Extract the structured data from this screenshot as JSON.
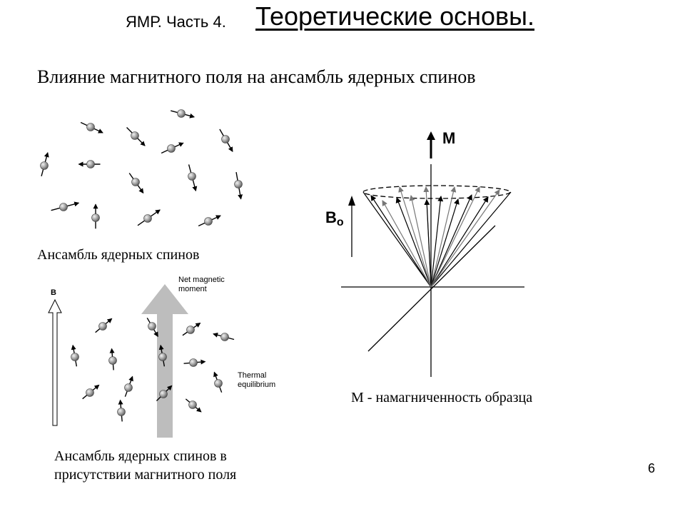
{
  "header": {
    "prefix": "ЯМР. Часть 4.",
    "title": "Теоретические основы."
  },
  "subtitle": "Влияние магнитного поля на ансамбль ядерных спинов",
  "captions": {
    "random_ensemble": "Ансамбль ядерных спинов",
    "field_ensemble_line1": "Ансамбль ядерных спинов в",
    "field_ensemble_line2": "присутствии магнитного поля",
    "magnetization": "М - намагниченность образца"
  },
  "figure_labels": {
    "b_label": "B",
    "net_magnetic_line1": "Net magnetic",
    "net_magnetic_line2": "moment",
    "thermal_line1": "Thermal",
    "thermal_line2": "equilibrium",
    "m_label": "M",
    "b0_main": "B",
    "b0_sub": "o"
  },
  "page_number": "6"
}
